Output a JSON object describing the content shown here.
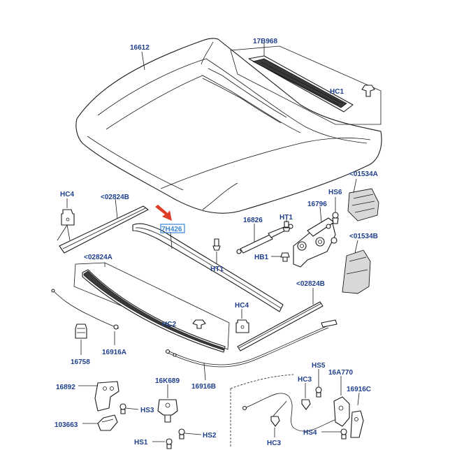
{
  "labels": {
    "hood": "16612",
    "cowl_panel": "17B968",
    "clip_hc1": "HC1",
    "bracket_hc4_left": "HC4",
    "seal_left_upper": "<02824B",
    "seal_front_mid": "7H426",
    "strut": "16826",
    "screw_ht1_top": "HT1",
    "screw_ht1_bottom": "HT1",
    "hinge": "16796",
    "screw_hs6": "HS6",
    "panel_right_upper": "<01534A",
    "panel_right_lower": "<01534B",
    "bolt_hb1": "HB1",
    "seal_lower_left": "<02824A",
    "clip_hc2": "HC2",
    "bracket_hc4_mid": "HC4",
    "seal_right_lower": "<02824B",
    "bumper": "16758",
    "cable_16916a": "16916A",
    "latch_16k689": "16K689",
    "cable_16916b": "16916B",
    "bracket_16892": "16892",
    "screw_hs3": "HS3",
    "clip_hc3_top": "HC3",
    "screw_hs5": "HS5",
    "release_16a770": "16A770",
    "cable_16916c": "16916C",
    "lever_103663": "103663",
    "screw_hs2": "HS2",
    "screw_hs1": "HS1",
    "screw_hs4": "HS4",
    "clip_hc3_bottom": "HC3"
  },
  "colors": {
    "label": "#1f3f8c",
    "arrow": "#e03c2a",
    "highlight": "#3a86d6",
    "line": "#1a1a1a"
  }
}
